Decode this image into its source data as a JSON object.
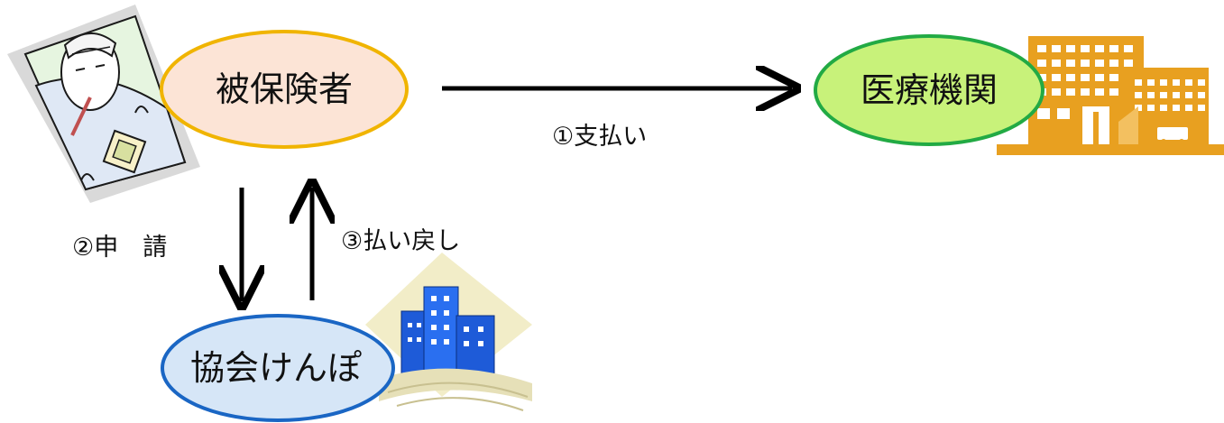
{
  "nodes": {
    "insured": {
      "label": "被保険者",
      "fill": "#fce4d6",
      "stroke": "#f0b400"
    },
    "medical": {
      "label": "医療機関",
      "fill": "#c8f27a",
      "stroke": "#22aa44"
    },
    "association": {
      "label": "協会けんぽ",
      "fill": "#d6e6f7",
      "stroke": "#1a66c4"
    }
  },
  "edges": {
    "payment": {
      "label": "①支払い"
    },
    "application": {
      "label": "②申　請"
    },
    "refund": {
      "label": "③払い戻し"
    }
  },
  "icons": {
    "sick_person": "sick-person-icon",
    "hospital": "hospital-building-icon",
    "office": "office-building-icon"
  },
  "colors": {
    "hospital_orange": "#e8a020",
    "arrow": "#000000"
  }
}
